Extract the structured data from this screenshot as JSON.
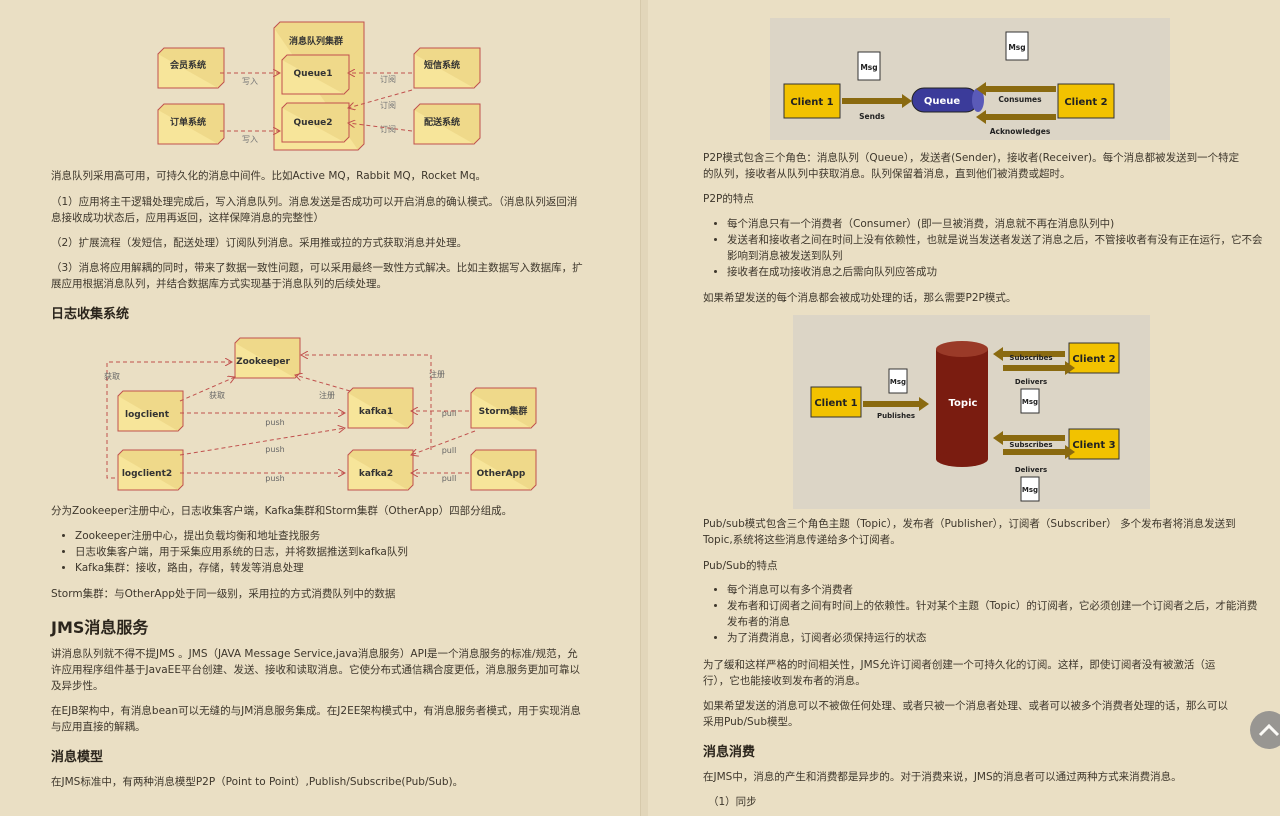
{
  "left": {
    "mq_diagram": {
      "cluster": "消息队列集群",
      "queue1": "Queue1",
      "queue2": "Queue2",
      "member": "会员系统",
      "order": "订单系统",
      "sms": "短信系统",
      "delivery": "配送系统",
      "write": "写入",
      "subscribe": "订阅"
    },
    "p1": "消息队列采用高可用，可持久化的消息中间件。比如Active MQ，Rabbit MQ，Rocket Mq。",
    "p2": "（1）应用将主干逻辑处理完成后，写入消息队列。消息发送是否成功可以开启消息的确认模式。（消息队列返回消息接收成功状态后，应用再返回，这样保障消息的完整性）",
    "p3": "（2）扩展流程（发短信，配送处理）订阅队列消息。采用推或拉的方式获取消息并处理。",
    "p4": "（3）消息将应用解耦的同时，带来了数据一致性问题，可以采用最终一致性方式解决。比如主数据写入数据库，扩展应用根据消息队列，并结合数据库方式实现基于消息队列的后续处理。",
    "h_log": "日志收集系统",
    "log_diagram": {
      "zookeeper": "Zookeeper",
      "logclient": "logclient",
      "logclient2": "logclient2",
      "kafka1": "kafka1",
      "kafka2": "kafka2",
      "storm": "Storm集群",
      "otherapp": "OtherApp",
      "fetch": "获取",
      "register": "注册",
      "push": "push",
      "pull": "pull"
    },
    "p5": "分为Zookeeper注册中心，日志收集客户端，Kafka集群和Storm集群（OtherApp）四部分组成。",
    "bullets": [
      "Zookeeper注册中心，提出负载均衡和地址查找服务",
      "日志收集客户端，用于采集应用系统的日志，并将数据推送到kafka队列",
      "Kafka集群：接收，路由，存储，转发等消息处理"
    ],
    "p6": "Storm集群：与OtherApp处于同一级别，采用拉的方式消费队列中的数据",
    "h_jms": "JMS消息服务",
    "p7": "讲消息队列就不得不提JMS 。JMS（JAVA Message Service,java消息服务）API是一个消息服务的标准/规范，允许应用程序组件基于JavaEE平台创建、发送、接收和读取消息。它使分布式通信耦合度更低，消息服务更加可靠以及异步性。",
    "p8": "在EJB架构中，有消息bean可以无缝的与JM消息服务集成。在J2EE架构模式中，有消息服务者模式，用于实现消息与应用直接的解耦。",
    "h_model": "消息模型",
    "p9": "在JMS标准中，有两种消息模型P2P（Point to Point）,Publish/Subscribe(Pub/Sub)。"
  },
  "right": {
    "p2p_diagram": {
      "client1": "Client 1",
      "client2": "Client 2",
      "queue": "Queue",
      "msg": "Msg",
      "sends": "Sends",
      "consumes": "Consumes",
      "acknowledges": "Acknowledges"
    },
    "p1": "P2P模式包含三个角色：消息队列（Queue），发送者(Sender)，接收者(Receiver)。每个消息都被发送到一个特定的队列，接收者从队列中获取消息。队列保留着消息，直到他们被消费或超时。",
    "p2p_title": "P2P的特点",
    "p2p_bullets": [
      "每个消息只有一个消费者（Consumer）(即一旦被消费，消息就不再在消息队列中)",
      "发送者和接收者之间在时间上没有依赖性，也就是说当发送者发送了消息之后，不管接收者有没有正在运行，它不会影响到消息被发送到队列",
      "接收者在成功接收消息之后需向队列应答成功"
    ],
    "p2": "如果希望发送的每个消息都会被成功处理的话，那么需要P2P模式。",
    "pubsub_diagram": {
      "client1": "Client 1",
      "client2": "Client 2",
      "client3": "Client 3",
      "topic": "Topic",
      "msg": "Msg",
      "publishes": "Publishes",
      "subscribes": "Subscribes",
      "delivers": "Delivers"
    },
    "p3": "Pub/sub模式包含三个角色主题（Topic），发布者（Publisher），订阅者（Subscriber） 多个发布者将消息发送到Topic,系统将这些消息传递给多个订阅者。",
    "ps_title": "Pub/Sub的特点",
    "ps_bullets": [
      "每个消息可以有多个消费者",
      "发布者和订阅者之间有时间上的依赖性。针对某个主题（Topic）的订阅者，它必须创建一个订阅者之后，才能消费发布者的消息",
      "为了消费消息，订阅者必须保持运行的状态"
    ],
    "p4": "为了缓和这样严格的时间相关性，JMS允许订阅者创建一个可持久化的订阅。这样，即使订阅者没有被激活（运行），它也能接收到发布者的消息。",
    "p5": "如果希望发送的消息可以不被做任何处理、或者只被一个消息者处理、或者可以被多个消费者处理的话，那么可以采用Pub/Sub模型。",
    "h_consume": "消息消费",
    "p6": "在JMS中，消息的产生和消费都是异步的。对于消费来说，JMS的消息者可以通过两种方式来消费消息。",
    "p7": "（1）同步"
  },
  "colors": {
    "node": "#f7e59a",
    "node_border": "#c0504d",
    "client": "#f2c200",
    "queue": "#3b3b9a",
    "topic": "#7a1c10",
    "arrow": "#7a5a0a"
  }
}
